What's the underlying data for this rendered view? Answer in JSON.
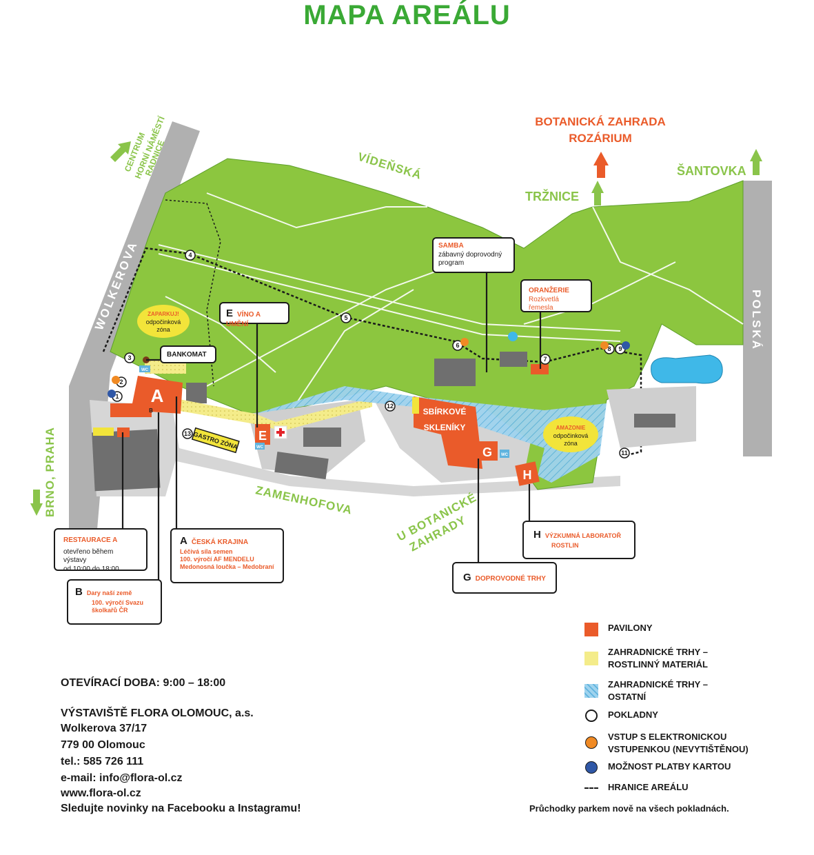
{
  "title": "MAPA AREÁLU",
  "streets": {
    "wolkerova": "WOLKEROVA",
    "videnska": "VÍDEŇSKÁ",
    "polska": "POLSKÁ",
    "zamenhofova": "ZAMENHOFOVA",
    "u_botanicke_line1": "U BOTANICKÉ",
    "u_botanicke_line2": "ZAHRADY",
    "brno": "BRNO, PRAHA"
  },
  "directions": {
    "centrum_line1": "CENTRUM",
    "centrum_line2": "HORNÍ NÁMĚSTÍ",
    "centrum_line3": "RADNICE",
    "botanicka_line1": "BOTANICKÁ ZAHRADA",
    "botanicka_line2": "ROZÁRIUM",
    "trznice": "TRŽNICE",
    "santovka": "ŠANTOVKA"
  },
  "map_labels": {
    "zaparkuj_title": "ZAPARKUJ!",
    "zaparkuj_sub1": "odpočinková",
    "zaparkuj_sub2": "zóna",
    "amazonie_title": "AMAZONIE",
    "amazonie_sub1": "odpočinková",
    "amazonie_sub2": "zóna",
    "bankomat": "BANKOMAT",
    "samba_title": "SAMBA",
    "samba_sub1": "zábavný doprovodný",
    "samba_sub2": "program",
    "oranzerie_title": "ORANŽERIE",
    "oranzerie_sub": "Rozkvetlá řemesla",
    "vino_letter": "E",
    "vino_title": "VÍNO A UMĚNÍ",
    "gastro": "GASTRO ZÓNA",
    "sbirkove_line1": "SBÍRKOVÉ",
    "sbirkove_line2": "SKLENÍKY",
    "pavilion_a": "A",
    "pavilion_e": "E",
    "pavilion_g": "G",
    "pavilion_h": "H",
    "wc": "WC",
    "b_small": "B"
  },
  "checkpoints": [
    "1",
    "2",
    "3",
    "4",
    "5",
    "6",
    "7",
    "8",
    "9",
    "11",
    "12",
    "13"
  ],
  "callouts": {
    "restaurace_title": "RESTAURACE A",
    "restaurace_line1": "otevřeno během výstavy",
    "restaurace_line2": "od 10:00 do 18:00",
    "a_letter": "A",
    "a_title": "ČESKÁ KRAJINA",
    "a_line1": "Léčivá síla semen",
    "a_line2": "100. výročí AF MENDELU",
    "a_line3": "Medonosná loučka – Medobraní",
    "b_letter": "B",
    "b_title": "Dary naší země",
    "b_line1": "100. výročí Svazu",
    "b_line2": "školkařů ČR",
    "g_letter": "G",
    "g_title": "DOPROVODNÉ TRHY",
    "h_letter": "H",
    "h_title1": "VÝZKUMNÁ LABORATOŘ",
    "h_title2": "ROSTLIN"
  },
  "legend": {
    "pavilony": "PAVILONY",
    "trhy_rostlinny_1": "ZAHRADNICKÉ TRHY –",
    "trhy_rostlinny_2": "ROSTLINNÝ MATERIÁL",
    "trhy_ostatni_1": "ZAHRADNICKÉ TRHY –",
    "trhy_ostatni_2": "OSTATNÍ",
    "pokladny": "POKLADNY",
    "vstup_1": "VSTUP S ELEKTRONICKOU",
    "vstup_2": "VSTUPENKOU (NEVYTIŠTĚNOU)",
    "platba": "MOŽNOST PLATBY KARTOU",
    "hranice": "HRANICE AREÁLU",
    "note": "Průchodky parkem nově na všech pokladnách."
  },
  "info": {
    "hours": "OTEVÍRACÍ DOBA: 9:00 – 18:00",
    "company": "VÝSTAVIŠTĚ FLORA OLOMOUC, a.s.",
    "street": "Wolkerova 37/17",
    "city": "779 00  Olomouc",
    "phone": "tel.: 585 726 111",
    "email": "e-mail: info@flora-ol.cz",
    "web": "www.flora-ol.cz",
    "social": "Sledujte novinky na Facebooku a Instagramu!"
  },
  "colors": {
    "park_green": "#8cc63f",
    "brand_green": "#3aa935",
    "pavilion_red": "#ea5b2a",
    "market_yellow": "#f4ec8a",
    "market_blue": "#9fd3ee",
    "road_gray": "#b0b0b0",
    "building_gray": "#6f6f6f",
    "pond_blue": "#3fb8e8",
    "entry_orange": "#f08a24",
    "card_blue": "#2f57a6"
  }
}
